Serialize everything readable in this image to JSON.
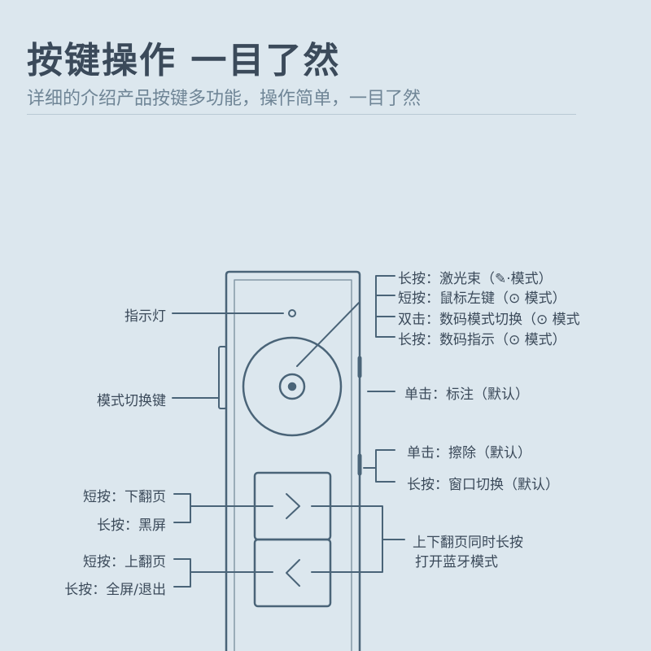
{
  "header": {
    "title": "按键操作 一目了然",
    "subtitle": "详细的介绍产品按键多功能，操作简单，一目了然"
  },
  "labels": {
    "indicator": "指示灯",
    "mode_switch": "模式切换键",
    "top_1": "长按：激光束（",
    "top_1_tail": "·模式）",
    "top_2": "短按：鼠标左键（",
    "top_2_tail": " 模式）",
    "top_3": "双击：数码模式切换（",
    "top_3_tail": " 模式",
    "top_4": "长按：数码指示（",
    "top_4_tail": " 模式）",
    "side_1": "单击：标注（默认）",
    "side_2": "单击：擦除（默认）",
    "side_3": "长按：窗口切换（默认）",
    "next_short": "短按：下翻页",
    "next_long": "长按：黑屏",
    "prev_short": "短按：上翻页",
    "prev_long": "长按：全屏/退出",
    "bluetooth_1": "上下翻页同时长按",
    "bluetooth_2": "打开蓝牙模式"
  },
  "colors": {
    "background": "#dce7ee",
    "line": "#4a6478",
    "text": "#3b4a5a"
  },
  "icons": [
    "laser-pointer-icon",
    "dot-circle-icon",
    "chevron-right-icon",
    "chevron-left-icon"
  ]
}
